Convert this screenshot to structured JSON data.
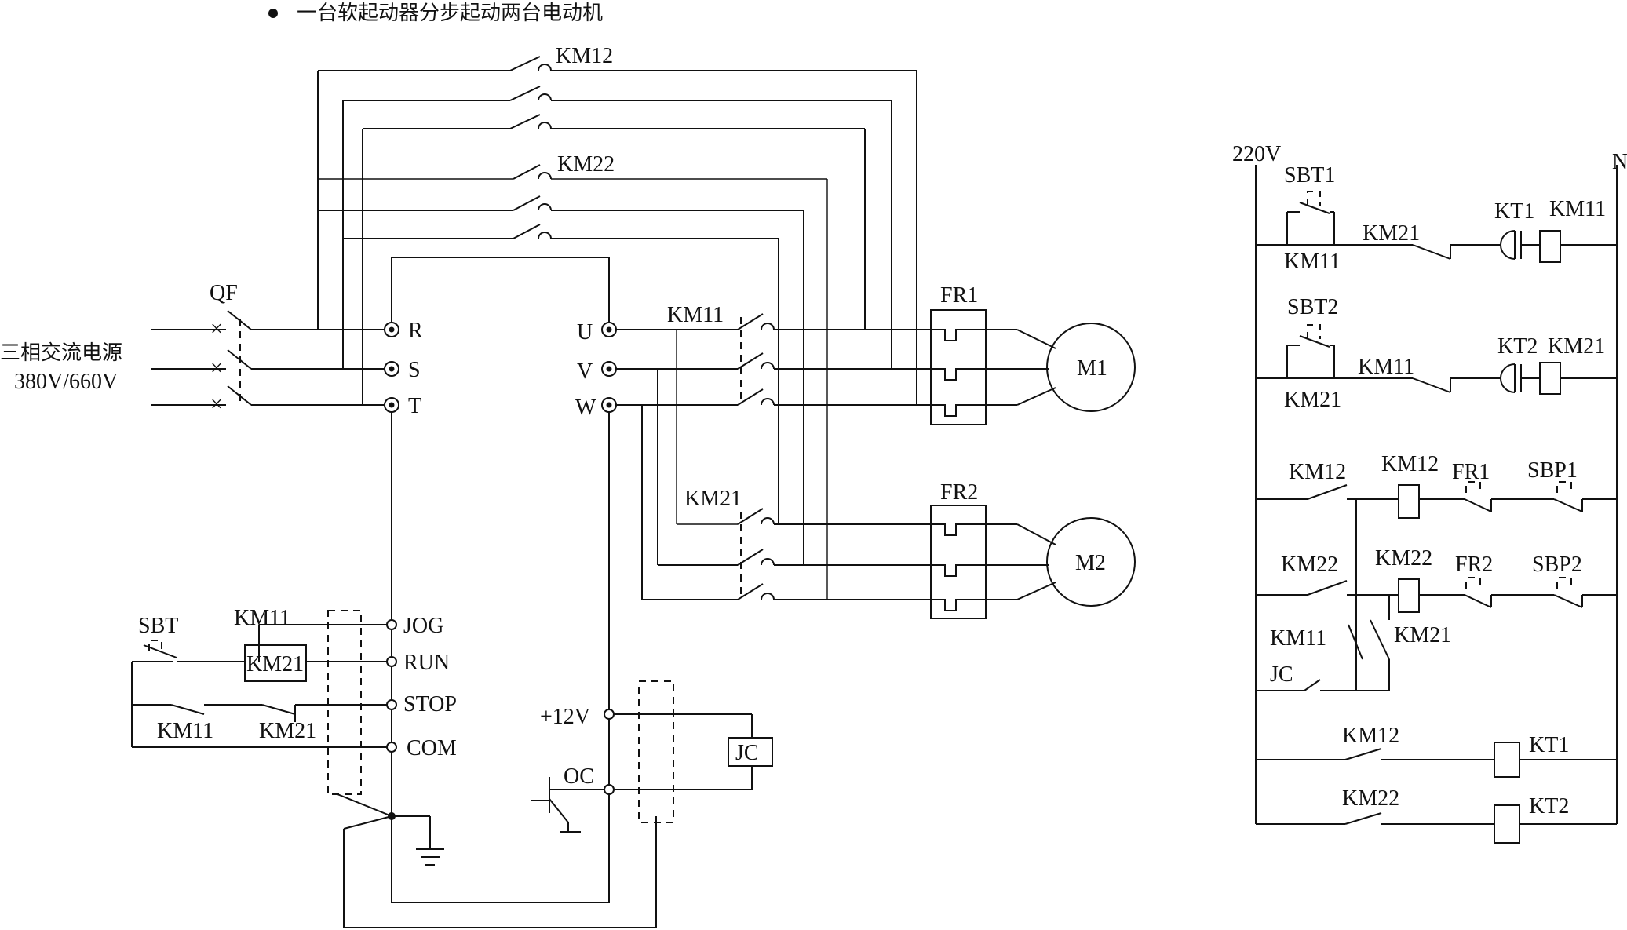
{
  "title": "一台软起动器分步起动两台电动机",
  "labels": {
    "power_source": "三相交流电源",
    "voltage": "380V/660V",
    "qf": "QF",
    "km12": "KM12",
    "km22": "KM22",
    "km11": "KM11",
    "km21": "KM21",
    "fr1": "FR1",
    "fr2": "FR2",
    "m1": "M1",
    "m2": "M2",
    "r": "R",
    "s": "S",
    "t": "T",
    "u": "U",
    "v": "V",
    "w": "W",
    "jog": "JOG",
    "run": "RUN",
    "stop": "STOP",
    "com": "COM",
    "sbt": "SBT",
    "km11_b": "KM11",
    "km21_coil": "KM21",
    "km11_c": "KM11",
    "km21_c": "KM21",
    "p12v": "+12V",
    "oc": "OC",
    "jc": "JC"
  },
  "control": {
    "v220": "220V",
    "n": "N",
    "sbt1": "SBT1",
    "km11_a": "KM11",
    "km21_nc": "KM21",
    "kt1": "KT1",
    "km11_coil": "KM11",
    "sbt2": "SBT2",
    "km21_a": "KM21",
    "km11_nc": "KM11",
    "kt2": "KT2",
    "km21_coil": "KM21",
    "km12_no": "KM12",
    "km12_coil": "KM12",
    "fr1": "FR1",
    "sbp1": "SBP1",
    "km22_no": "KM22",
    "km22_coil": "KM22",
    "fr2": "FR2",
    "sbp2": "SBP2",
    "km11_x": "KM11",
    "km21_x": "KM21",
    "jc": "JC",
    "km12_t": "KM12",
    "kt1_coil": "KT1",
    "km22_t": "KM22",
    "kt2_coil": "KT2"
  }
}
